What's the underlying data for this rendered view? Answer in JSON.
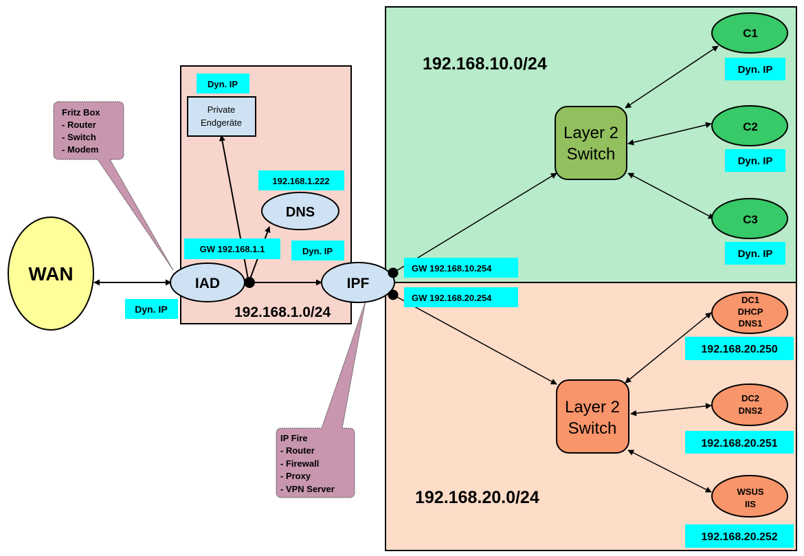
{
  "colors": {
    "label_bg": "#00ffff",
    "wan_fill": "#ffff99",
    "node_blue": "#cfe2f3",
    "lan1_fill": "#f8d5cc",
    "net10_fill": "#b7ebc9",
    "net20_fill": "#fddcc8",
    "client_green": "#38c968",
    "server_orange": "#f9956a",
    "switch_green": "#93c05e",
    "switch_orange": "#f9956a",
    "callout": "#c896ae"
  },
  "wan": {
    "label": "WAN",
    "ip_label": "Dyn. IP"
  },
  "fritz_callout": {
    "lines": [
      "Fritz Box",
      "- Router",
      "- Switch",
      "- Modem"
    ]
  },
  "lan1": {
    "subnet": "192.168.1.0/24",
    "iad": {
      "label": "IAD",
      "gw_label": "GW 192.168.1.1"
    },
    "private": {
      "lines": [
        "Private",
        "Endgeräte"
      ],
      "ip_label": "Dyn. IP"
    },
    "dns": {
      "label": "DNS",
      "ip_label": "192.168.1.222"
    },
    "ipf_ip_label": "Dyn. IP"
  },
  "ipf": {
    "label": "IPF"
  },
  "ipfire_callout": {
    "lines": [
      "IP Fire",
      "- Router",
      "- Firewall",
      "- Proxy",
      "- VPN Server"
    ]
  },
  "net10": {
    "subnet": "192.168.10.0/24",
    "gw_label": "GW 192.168.10.254",
    "switch": {
      "lines": [
        "Layer 2",
        "Switch"
      ]
    },
    "clients": [
      {
        "label": "C1",
        "ip_label": "Dyn. IP"
      },
      {
        "label": "C2",
        "ip_label": "Dyn. IP"
      },
      {
        "label": "C3",
        "ip_label": "Dyn. IP"
      }
    ]
  },
  "net20": {
    "subnet": "192.168.20.0/24",
    "gw_label": "GW 192.168.20.254",
    "switch": {
      "lines": [
        "Layer 2",
        "Switch"
      ]
    },
    "servers": [
      {
        "lines": [
          "DC1",
          "DHCP",
          "DNS1"
        ],
        "ip_label": "192.168.20.250"
      },
      {
        "lines": [
          "DC2",
          "DNS2"
        ],
        "ip_label": "192.168.20.251"
      },
      {
        "lines": [
          "WSUS",
          "IIS"
        ],
        "ip_label": "192.168.20.252"
      }
    ]
  }
}
